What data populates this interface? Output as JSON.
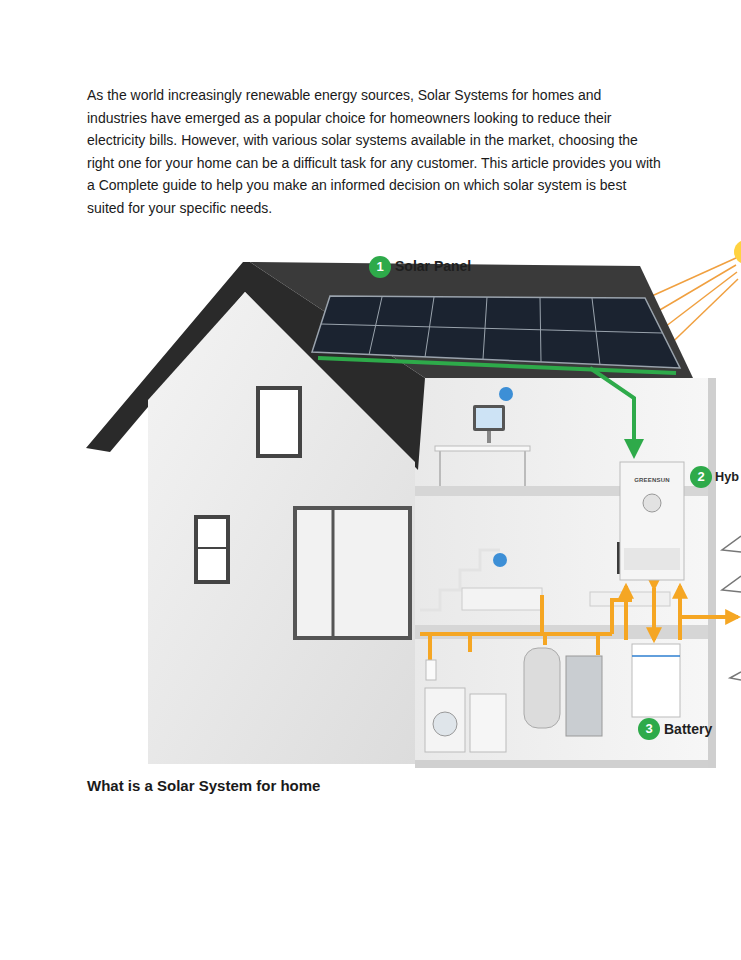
{
  "diagram": {
    "labels": [
      "As the world increasingly renewable energy sources, Solar Systems for homes and industries have emerged as a popular choice for homeowners looking to reduce their electricity bills. However, with various solar systems available in the market, choosing the right one for your home can be a difficult task for any customer. This article provides you with a Complete guide to help you make an informed decision on which solar system is best suited for your specific needs.",
      "1",
      "Solar Panel",
      "GREENSUN",
      "2",
      "Hyb",
      "3",
      "Battery",
      "What is a Solar System for home"
    ]
  }
}
